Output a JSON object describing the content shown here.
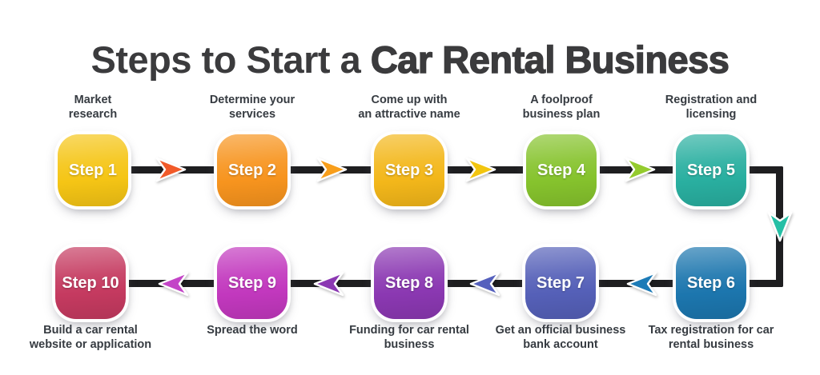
{
  "title": {
    "regular": "Steps to Start a ",
    "bold": "Car Rental Business"
  },
  "colors": {
    "background": "#FFFFFF",
    "connector": "#1E1E20",
    "title_text": "#3B3B3D",
    "label_text": "#363B41",
    "step_text": "#FFFFFF"
  },
  "steps": [
    {
      "name": "Step 1",
      "label": "Market\nresearch",
      "color": "#F5C515",
      "arrow_color": "#F15A29"
    },
    {
      "name": "Step 2",
      "label": "Determine your\nservices",
      "color": "#F7941E",
      "arrow_color": "#F89E1B"
    },
    {
      "name": "Step 3",
      "label": "Come up with\nan attractive name",
      "color": "#F3B71A",
      "arrow_color": "#F2C50F"
    },
    {
      "name": "Step 4",
      "label": "A foolproof\nbusiness plan",
      "color": "#86C32D",
      "arrow_color": "#94CB2E"
    },
    {
      "name": "Step 5",
      "label": "Registration and\nlicensing",
      "color": "#29AFA0",
      "arrow_color": "#25BFA5"
    },
    {
      "name": "Step 6",
      "label": "Tax registration for car\nrental business",
      "color": "#1C76AE",
      "arrow_color": "#1C7BB7"
    },
    {
      "name": "Step 7",
      "label": "Get an official business\nbank account",
      "color": "#5560B8",
      "arrow_color": "#5560BD"
    },
    {
      "name": "Step 8",
      "label": "Funding for car rental\nbusiness",
      "color": "#8B38B2",
      "arrow_color": "#8B38B2"
    },
    {
      "name": "Step 9",
      "label": "Spread the word",
      "color": "#C238BE",
      "arrow_color": "#C344C7"
    },
    {
      "name": "Step 10",
      "label": "Build a car rental\nwebsite or application",
      "color": "#C53A60"
    }
  ]
}
